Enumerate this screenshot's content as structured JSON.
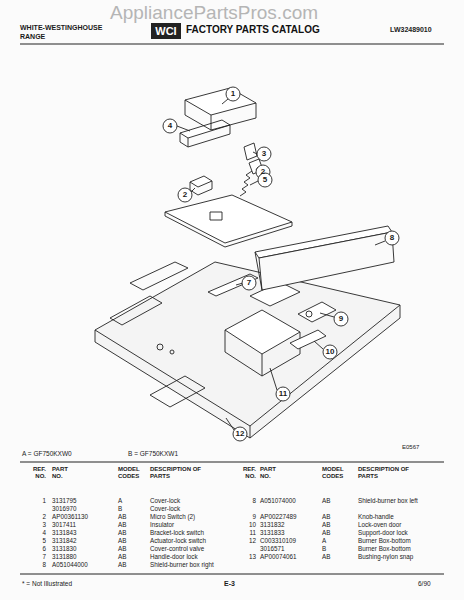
{
  "diagram": {
    "title": "FACTORY PARTS CATALOG",
    "labels": [
      "AppliancePartsPros.com",
      "WHITE-WESTINGHOUSE",
      "RANGE",
      "WCI",
      "LW32489010",
      "1",
      "4",
      "3",
      "2",
      "2",
      "5",
      "8",
      "7",
      "9",
      "10",
      "11",
      "12",
      "E0567",
      "A = GF750KXW0",
      "B = GF750KXW1",
      "REF. NO.",
      "PART NO.",
      "MODEL CODES",
      "DESCRIPTION OF PARTS",
      "REF. NO.",
      "PART NO.",
      "MODEL CODES",
      "DESCRIPTION OF PARTS",
      "1",
      "3131795",
      "A",
      "Cover-lock",
      "3016970",
      "B",
      "Cover-lock",
      "2",
      "AP00361130",
      "AB",
      "Micro Switch (2)",
      "3",
      "3017411",
      "AB",
      "Insulator",
      "4",
      "3131843",
      "AB",
      "Bracket-lock switch",
      "5",
      "3131842",
      "AB",
      "Actuator-lock switch",
      "6",
      "3131830",
      "AB",
      "Cover-control valve",
      "7",
      "3131880",
      "AB",
      "Handle-door lock",
      "8",
      "A051044000",
      "AB",
      "Shield-burner box right",
      "8",
      "A051074000",
      "AB",
      "Shield-burner box left",
      "9",
      "AP00227489",
      "AB",
      "Knob-handle",
      "10",
      "3131832",
      "AB",
      "Lock-oven door",
      "11",
      "3131833",
      "AB",
      "Support-door lock",
      "12",
      "C003310109",
      "A",
      "Burner Box-bottom",
      "3016571",
      "B",
      "Burner Box-bottom",
      "13",
      "AP00074061",
      "AB",
      "Bushing-nylon snap",
      "* = Not Illustrated",
      "E-3",
      "6/90"
    ]
  }
}
